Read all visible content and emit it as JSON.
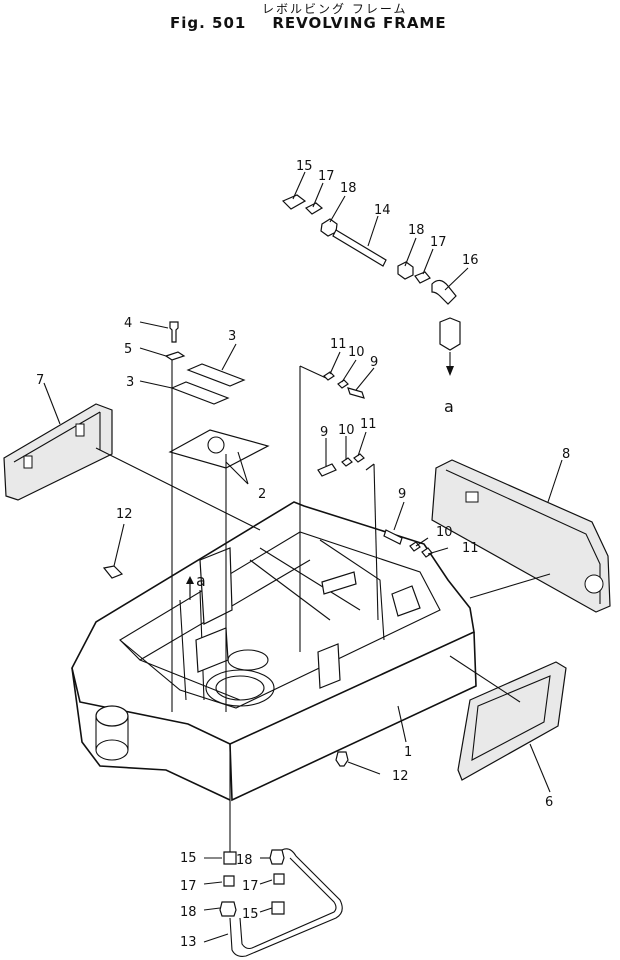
{
  "header": {
    "title_jp": "レボルビング フレーム",
    "fig_label": "Fig. 501",
    "title_en": "REVOLVING FRAME"
  },
  "callouts": [
    {
      "id": "c1",
      "text": "1"
    },
    {
      "id": "c2",
      "text": "2"
    },
    {
      "id": "c3a",
      "text": "3"
    },
    {
      "id": "c3b",
      "text": "3"
    },
    {
      "id": "c4",
      "text": "4"
    },
    {
      "id": "c5",
      "text": "5"
    },
    {
      "id": "c6",
      "text": "6"
    },
    {
      "id": "c7",
      "text": "7"
    },
    {
      "id": "c8",
      "text": "8"
    },
    {
      "id": "c9a",
      "text": "9"
    },
    {
      "id": "c9b",
      "text": "9"
    },
    {
      "id": "c9c",
      "text": "9"
    },
    {
      "id": "c10a",
      "text": "10"
    },
    {
      "id": "c10b",
      "text": "10"
    },
    {
      "id": "c10c",
      "text": "10"
    },
    {
      "id": "c11a",
      "text": "11"
    },
    {
      "id": "c11b",
      "text": "11"
    },
    {
      "id": "c11c",
      "text": "11"
    },
    {
      "id": "c12a",
      "text": "12"
    },
    {
      "id": "c12b",
      "text": "12"
    },
    {
      "id": "c13",
      "text": "13"
    },
    {
      "id": "c14",
      "text": "14"
    },
    {
      "id": "c15a",
      "text": "15"
    },
    {
      "id": "c15b",
      "text": "15"
    },
    {
      "id": "c15c",
      "text": "15"
    },
    {
      "id": "c16",
      "text": "16"
    },
    {
      "id": "c17a",
      "text": "17"
    },
    {
      "id": "c17b",
      "text": "17"
    },
    {
      "id": "c17c",
      "text": "17"
    },
    {
      "id": "c17d",
      "text": "17"
    },
    {
      "id": "c18a",
      "text": "18"
    },
    {
      "id": "c18b",
      "text": "18"
    },
    {
      "id": "c18c",
      "text": "18"
    },
    {
      "id": "c18d",
      "text": "18"
    },
    {
      "id": "ref_a1",
      "text": "a"
    },
    {
      "id": "ref_a2",
      "text": "a"
    }
  ]
}
